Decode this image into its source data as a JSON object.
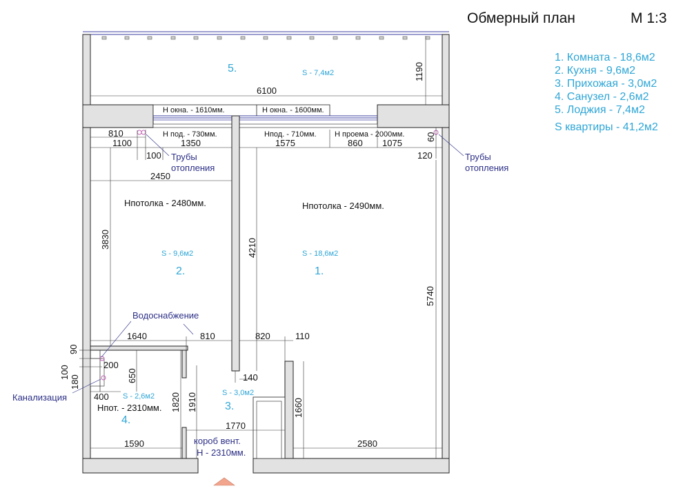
{
  "header": {
    "title": "Обмерный план",
    "scale": "M 1:3"
  },
  "legend": [
    "1. Комната - 18,6м2",
    "2. Кухня - 9,6м2",
    "3. Прихожая - 3,0м2",
    "4. Санузел - 2,6м2",
    "5. Лоджия - 7,4м2",
    "S квартиры - 41,2м2"
  ],
  "rooms": [
    {
      "number": "1.",
      "area": "S - 18,6м2",
      "ceiling": "Нпотолка - 2490мм."
    },
    {
      "number": "2.",
      "area": "S - 9,6м2",
      "ceiling": "Нпотолка - 2480мм."
    },
    {
      "number": "3.",
      "area": "S - 3,0м2"
    },
    {
      "number": "4.",
      "area": "S - 2,6м2",
      "ceiling": "Нпот. - 2310мм."
    },
    {
      "number": "5.",
      "area": "S - 7,4м2"
    }
  ],
  "notes": {
    "window_left": "Н окна. - 1610мм.",
    "window_right": "Н окна. - 1600мм.",
    "sill_left": "Н под. - 730мм.",
    "sill_right": "Нпод. - 710мм.",
    "door_opening": "Н проема - 2000мм.",
    "pipes_left_1": "Трубы",
    "pipes_left_2": "отопления",
    "pipes_right_1": "Трубы",
    "pipes_right_2": "отопления",
    "water": "Водоснабжение",
    "sewer": "Канализация",
    "vent_1": "короб вент.",
    "vent_2": "Н - 2310мм."
  },
  "dimensions": {
    "loggia_width": "6100",
    "loggia_depth": "1190",
    "d810_top": "810",
    "d1100": "1100",
    "d1350": "1350",
    "d1575": "1575",
    "d860": "860",
    "d1075": "1075",
    "d60": "60",
    "d100_top": "100",
    "d120": "120",
    "d2450": "2450",
    "d3830": "3830",
    "d4210": "4210",
    "d5740": "5740",
    "d1640": "1640",
    "d810_mid": "810",
    "d820": "820",
    "d110": "110",
    "d90": "90",
    "d200": "200",
    "d650": "650",
    "d100_side": "100",
    "d180": "180",
    "d140": "140",
    "d400": "400",
    "d1820": "1820",
    "d1910": "1910",
    "d1660": "1660",
    "d1770": "1770",
    "d1590": "1590",
    "d2580": "2580"
  },
  "colors": {
    "accent": "#2fa6d6",
    "annotation": "#2c2f86",
    "wall_fill": "#e2e2e2",
    "entry_arrow": "#f2a58c"
  }
}
